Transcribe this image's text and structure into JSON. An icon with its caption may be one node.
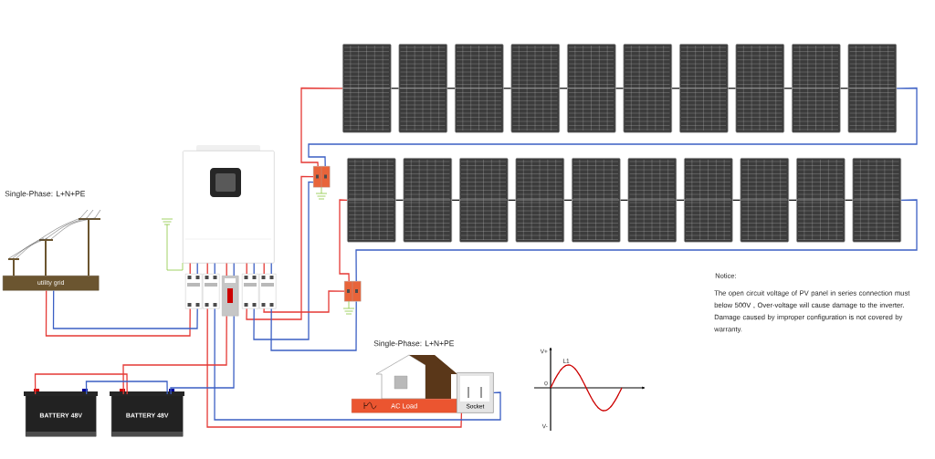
{
  "diagram": {
    "nodes": [
      {
        "text": [
          "utility grid"
        ]
      },
      {
        "text": [],
        "shape": "picture"
      },
      {
        "text": [],
        "shape": "box"
      },
      {
        "text": [],
        "shape": "box"
      },
      {
        "text": [],
        "shape": "box"
      },
      {
        "text": [],
        "shape": "box"
      },
      {
        "text": [],
        "shape": "box"
      },
      {
        "text": [],
        "shape": "box"
      },
      {
        "text": [],
        "shape": "box"
      },
      {
        "text": [
          "BATTERY 48V"
        ]
      },
      {
        "text": [
          "BATTERY 48V"
        ]
      },
      {
        "text": [
          "AC Load"
        ]
      },
      {
        "text": [
          "Socket"
        ]
      },
      {
        "text": [],
        "shape": "picture"
      },
      {
        "text": [],
        "shape": "picture"
      },
      {
        "text": [],
        "shape": "picture"
      },
      {
        "text": [],
        "shape": "picture"
      },
      {
        "text": [],
        "shape": "picture"
      },
      {
        "text": [],
        "shape": "picture"
      },
      {
        "text": [],
        "shape": "picture"
      },
      {
        "text": [],
        "shape": "picture"
      },
      {
        "text": [],
        "shape": "picture"
      },
      {
        "text": [],
        "shape": "picture"
      },
      {
        "text": [],
        "shape": "picture"
      },
      {
        "text": [],
        "shape": "picture"
      },
      {
        "text": [],
        "shape": "picture"
      },
      {
        "text": [],
        "shape": "picture"
      },
      {
        "text": [],
        "shape": "picture"
      },
      {
        "text": [],
        "shape": "picture"
      },
      {
        "text": [],
        "shape": "picture"
      },
      {
        "text": [],
        "shape": "picture"
      },
      {
        "text": [],
        "shape": "picture"
      },
      {
        "text": [],
        "shape": "picture"
      }
    ],
    "edges": [
      {
        "from": 13,
        "to": 14,
        "arrow": "none"
      },
      {
        "from": 14,
        "to": 15,
        "arrow": "none"
      },
      {
        "from": 15,
        "to": 16,
        "arrow": "none"
      },
      {
        "from": 16,
        "to": 17,
        "arrow": "none"
      },
      {
        "from": 17,
        "to": 18,
        "arrow": "none"
      },
      {
        "from": 18,
        "to": 19,
        "arrow": "none"
      },
      {
        "from": 19,
        "to": 20,
        "arrow": "none"
      },
      {
        "from": 20,
        "to": 21,
        "arrow": "none"
      },
      {
        "from": 21,
        "to": 22,
        "arrow": "none"
      },
      {
        "from": 23,
        "to": 24,
        "arrow": "none"
      },
      {
        "from": 24,
        "to": 25,
        "arrow": "none"
      },
      {
        "from": 25,
        "to": 26,
        "arrow": "none"
      },
      {
        "from": 26,
        "to": 27,
        "arrow": "none"
      },
      {
        "from": 27,
        "to": 28,
        "arrow": "none"
      },
      {
        "from": 28,
        "to": 29,
        "arrow": "none"
      },
      {
        "from": 29,
        "to": 30,
        "arrow": "none"
      },
      {
        "from": 30,
        "to": 31,
        "arrow": "none"
      },
      {
        "from": 31,
        "to": 32,
        "arrow": "none"
      },
      {
        "from": 13,
        "to": 7,
        "arrow": "none",
        "color": "#e53935"
      },
      {
        "from": 22,
        "to": 7,
        "arrow": "none",
        "color": "#3b5fc4"
      },
      {
        "from": 7,
        "to": 5,
        "arrow": "none",
        "color": "#e53935"
      },
      {
        "from": 7,
        "to": 5,
        "arrow": "none",
        "color": "#3b5fc4"
      },
      {
        "from": 23,
        "to": 8,
        "arrow": "none",
        "color": "#e53935"
      },
      {
        "from": 32,
        "to": 8,
        "arrow": "none",
        "color": "#3b5fc4"
      },
      {
        "from": 8,
        "to": 6,
        "arrow": "none",
        "color": "#e53935"
      },
      {
        "from": 8,
        "to": 6,
        "arrow": "none",
        "color": "#3b5fc4"
      },
      {
        "from": 0,
        "to": 2,
        "arrow": "none",
        "color": "#e53935"
      },
      {
        "from": 0,
        "to": 2,
        "arrow": "none",
        "color": "#3b5fc4"
      },
      {
        "from": 2,
        "to": 1,
        "arrow": "none",
        "color": "#e53935"
      },
      {
        "from": 2,
        "to": 1,
        "arrow": "none",
        "color": "#3b5fc4"
      },
      {
        "from": 3,
        "to": 1,
        "arrow": "none",
        "color": "#e53935"
      },
      {
        "from": 3,
        "to": 1,
        "arrow": "none",
        "color": "#3b5fc4"
      },
      {
        "from": 4,
        "to": 1,
        "arrow": "none",
        "color": "#e53935"
      },
      {
        "from": 4,
        "to": 1,
        "arrow": "none",
        "color": "#3b5fc4"
      },
      {
        "from": 5,
        "to": 1,
        "arrow": "none",
        "color": "#e53935"
      },
      {
        "from": 5,
        "to": 1,
        "arrow": "none",
        "color": "#3b5fc4"
      },
      {
        "from": 6,
        "to": 1,
        "arrow": "none",
        "color": "#e53935"
      },
      {
        "from": 6,
        "to": 1,
        "arrow": "none",
        "color": "#3b5fc4"
      },
      {
        "from": 3,
        "to": 12,
        "arrow": "none",
        "color": "#e53935"
      },
      {
        "from": 3,
        "to": 12,
        "arrow": "none",
        "color": "#3b5fc4"
      },
      {
        "from": 4,
        "to": 10,
        "arrow": "none",
        "color": "#e53935"
      },
      {
        "from": 4,
        "to": 10,
        "arrow": "none",
        "color": "#3b5fc4"
      },
      {
        "from": 9,
        "to": 10,
        "arrow": "none",
        "color": "#e53935"
      },
      {
        "from": 9,
        "to": 10,
        "arrow": "none",
        "color": "#3b5fc4"
      }
    ],
    "labels": [
      "Single-Phase: L+N+PE",
      "Single-Phase: L+N+PE",
      "V+",
      "L1",
      "0",
      "V-",
      "Notice:",
      "The open circuit voltage of PV panel in series connection must below 500V , Over-voltage will cause damage to the inverter. Damage caused by improper configuration is not covered by warranty."
    ]
  }
}
